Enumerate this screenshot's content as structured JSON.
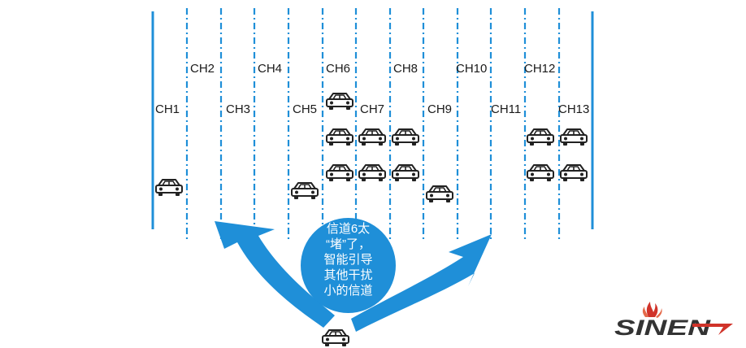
{
  "channels": [
    "CH1",
    "CH2",
    "CH3",
    "CH4",
    "CH5",
    "CH6",
    "CH7",
    "CH8",
    "CH9",
    "CH10",
    "CH11",
    "CH12",
    "CH13"
  ],
  "callout": {
    "lines": [
      "信道6太",
      "“堵”了，",
      "智能引导",
      "其他干扰",
      "小的信道"
    ]
  },
  "logo": {
    "text": "SINEN"
  },
  "colors": {
    "lane_line": "#1f8fd8",
    "arrow": "#1f8fd8",
    "bubble": "#1f8fd8",
    "car_stroke": "#222222",
    "logo_red": "#d0332a",
    "logo_dark": "#333333"
  },
  "icons": {
    "car": "car-icon",
    "arrow": "curved-arrow",
    "logo_flame": "flame-icon"
  }
}
